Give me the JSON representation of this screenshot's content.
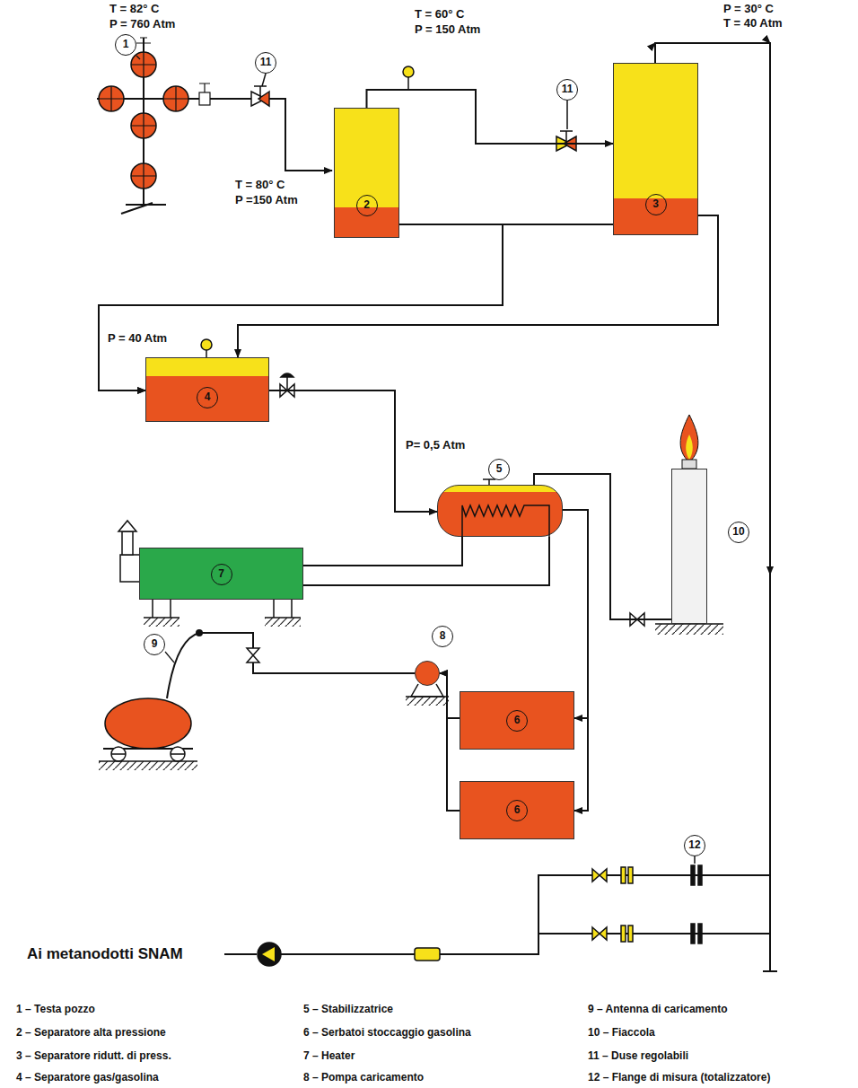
{
  "diagram": {
    "nodes": [
      {
        "text": [
          "2"
        ]
      },
      {
        "text": [
          "3"
        ]
      },
      {
        "text": [
          "4"
        ]
      },
      {
        "text": [
          "5"
        ]
      },
      {
        "text": [
          "7"
        ]
      },
      {
        "text": [
          "6"
        ]
      },
      {
        "text": [
          "6"
        ]
      },
      {
        "text": [
          "8"
        ]
      },
      {
        "text": [
          "10"
        ]
      }
    ],
    "edges": [
      {
        "from": 0,
        "to": 1,
        "arrow": "to"
      },
      {
        "from": 0,
        "to": 2,
        "arrow": "to"
      },
      {
        "from": 1,
        "to": 2,
        "arrow": "to"
      },
      {
        "from": 1,
        "to": 2,
        "arrow": "to"
      },
      {
        "from": 2,
        "to": 3,
        "arrow": "to"
      },
      {
        "from": 3,
        "to": 8,
        "arrow": "none"
      },
      {
        "from": 4,
        "to": 3,
        "arrow": "none"
      },
      {
        "from": 4,
        "to": 3,
        "arrow": "none"
      },
      {
        "from": 3,
        "to": 5,
        "arrow": "to"
      },
      {
        "from": 3,
        "to": 6,
        "arrow": "to"
      },
      {
        "from": 5,
        "to": 7,
        "arrow": "to"
      },
      {
        "from": 6,
        "to": 7,
        "arrow": "to"
      }
    ],
    "labels": [
      "1",
      "T = 82° C",
      "P = 760 Atm",
      "11",
      "T = 80° C",
      "P =150 Atm",
      "T = 60° C",
      "P = 150 Atm",
      "11",
      "P = 30° C",
      "T = 40 Atm",
      "P = 40 Atm",
      "P= 0,5 Atm",
      "9",
      "12",
      "Ai metanodotti SNAM",
      "1 – Testa pozzo",
      "2 – Separatore alta pressione",
      "3 – Separatore ridutt. di press.",
      "4 – Separatore gas/gasolina",
      "5 – Stabilizzatrice",
      "6 – Serbatoi stoccaggio gasolina",
      "7 – Heater",
      "8 – Pompa caricamento",
      "9 – Antenna di caricamento",
      "10 – Fiaccola",
      "11 – Duse regolabili",
      "12 – Flange di misura (totalizzatore)"
    ]
  }
}
